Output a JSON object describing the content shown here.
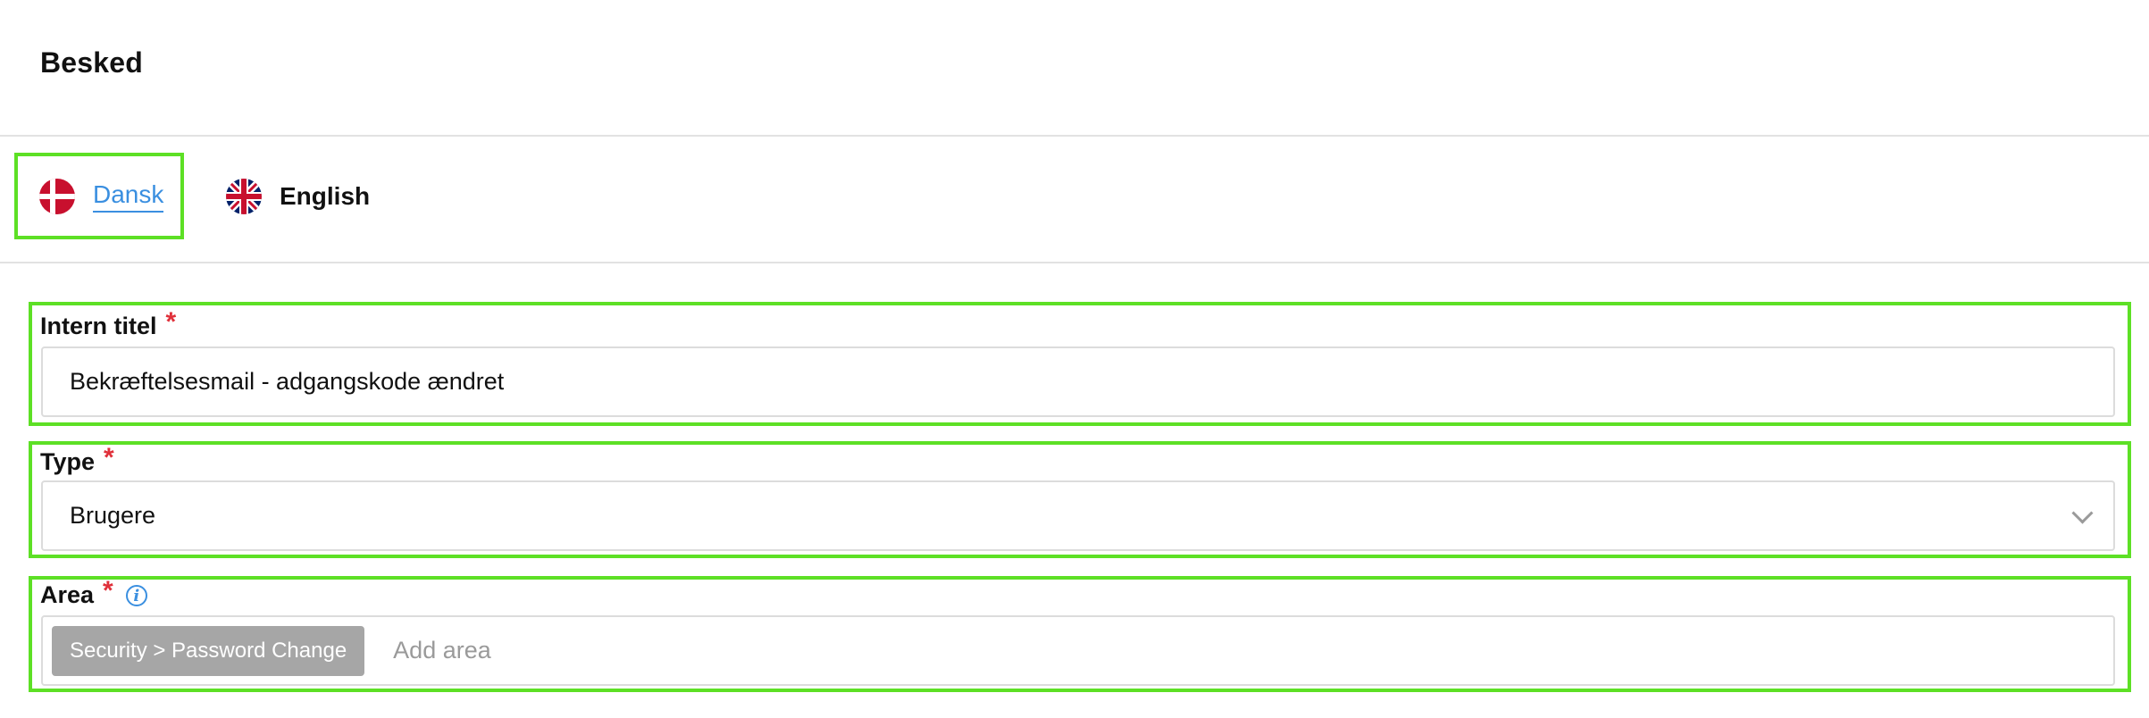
{
  "page": {
    "title": "Besked"
  },
  "languages": {
    "tabs": [
      {
        "label": "Dansk",
        "flag": "denmark-flag-icon",
        "active": true
      },
      {
        "label": "English",
        "flag": "uk-flag-icon",
        "active": false
      }
    ]
  },
  "form": {
    "internal_title": {
      "label": "Intern titel",
      "required": "*",
      "value": "Bekræftelsesmail - adgangskode ændret"
    },
    "type": {
      "label": "Type",
      "required": "*",
      "value": "Brugere"
    },
    "area": {
      "label": "Area",
      "required": "*",
      "info": "i",
      "tags": [
        "Security > Password Change"
      ],
      "placeholder": "Add area"
    }
  },
  "colors": {
    "highlight": "#5de025",
    "accent": "#3a8fe0",
    "required": "#e0303a",
    "chip": "#a6a6a6"
  }
}
